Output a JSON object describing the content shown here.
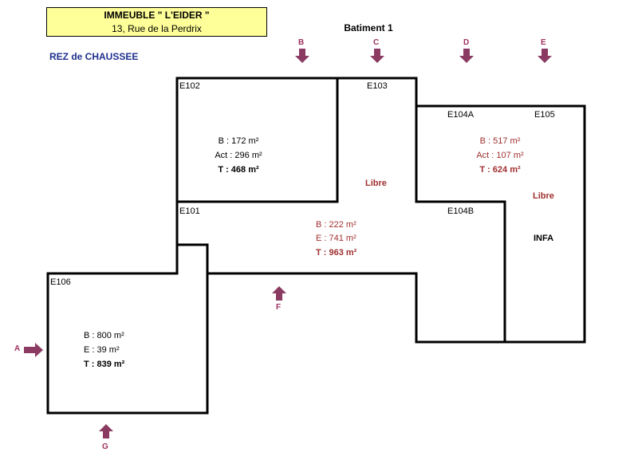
{
  "header": {
    "title": "IMMEUBLE \" L'EIDER \"",
    "address": "13, Rue de la Perdrix",
    "building": "Batiment 1",
    "floor": "REZ de CHAUSSEE"
  },
  "rooms": {
    "e102": {
      "id": "E102",
      "b": "B : 172 m²",
      "act": "Act : 296 m²",
      "total": "T : 468 m²"
    },
    "e103": {
      "id": "E103",
      "status": "Libre"
    },
    "e104a": {
      "id": "E104A"
    },
    "e105": {
      "id": "E105",
      "b": "B : 517 m²",
      "act": "Act : 107 m²",
      "total": "T : 624 m²",
      "status": "Libre",
      "tenant": "INFA"
    },
    "e101": {
      "id": "E101",
      "b": "B :   222 m²",
      "e": "E :    741 m²",
      "total": "T :   963 m²"
    },
    "e104b": {
      "id": "E104B"
    },
    "e106": {
      "id": "E106",
      "b": "B : 800 m²",
      "e": "E :   39 m²",
      "total": "T : 839 m²"
    }
  },
  "entrances": [
    "A",
    "B",
    "C",
    "D",
    "E",
    "F",
    "G"
  ],
  "colors": {
    "title_bg": "#ffff99",
    "floor_label": "#1f2f8f",
    "area_text_red": "#a03030",
    "arrow": "#8b3a62"
  }
}
